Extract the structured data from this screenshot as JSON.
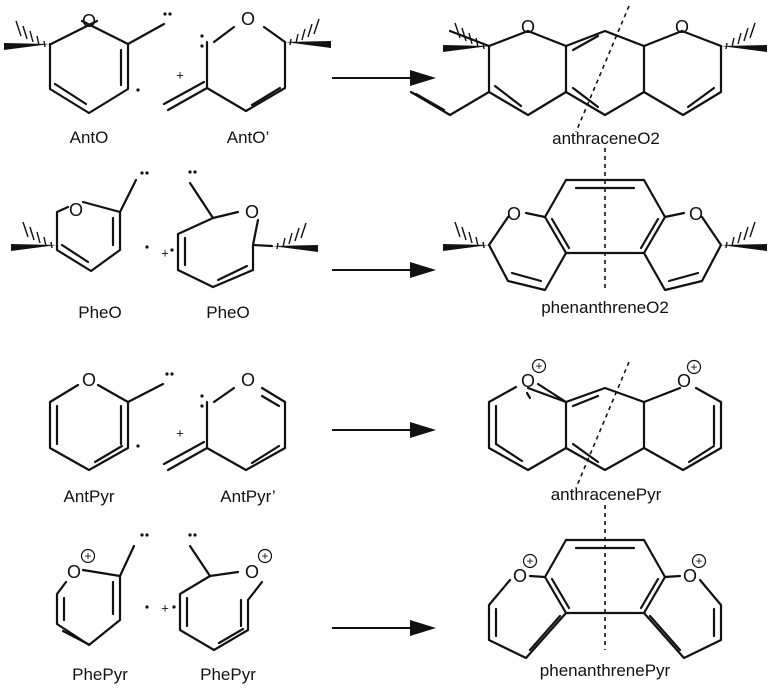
{
  "atoms": {
    "oxygen": "O",
    "charge": "+"
  },
  "operator": "+",
  "rows": [
    {
      "left_label": "AntO",
      "right_label": "AntO’",
      "product": "anthraceneO2"
    },
    {
      "left_label": "PheO",
      "right_label": "PheO",
      "product": "phenanthreneO2"
    },
    {
      "left_label": "AntPyr",
      "right_label": "AntPyr’",
      "product": "anthracenePyr"
    },
    {
      "left_label": "PhePyr",
      "right_label": "PhePyr",
      "product": "phenanthrenePyr"
    }
  ]
}
